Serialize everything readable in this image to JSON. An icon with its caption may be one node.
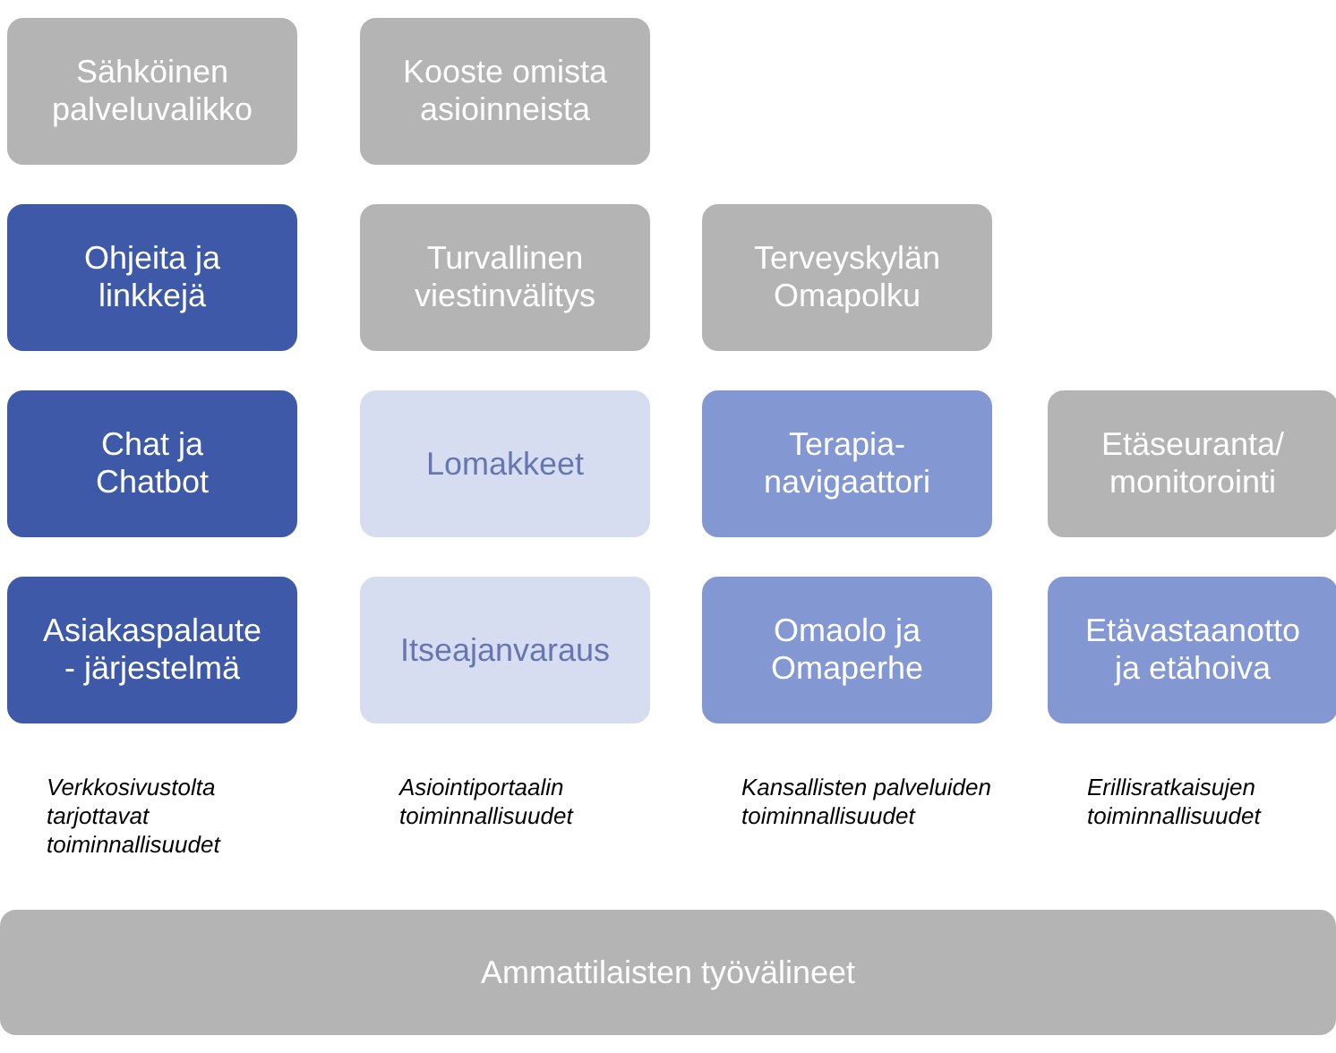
{
  "diagram": {
    "nodes": [
      {
        "text": [
          "Sähköinen palveluvalikko"
        ]
      },
      {
        "text": [
          "Kooste omista asioinneista"
        ]
      },
      {
        "text": [
          "Ohjeita ja linkkejä"
        ]
      },
      {
        "text": [
          "Turvallinen viestinvälitys"
        ]
      },
      {
        "text": [
          "Terveyskylän Omapolku"
        ]
      },
      {
        "text": [
          "Chat ja Chatbot"
        ]
      },
      {
        "text": [
          "Lomakkeet"
        ]
      },
      {
        "text": [
          "Terapia- navigaattori"
        ]
      },
      {
        "text": [
          "Etäseuranta/ monitorointi"
        ]
      },
      {
        "text": [
          "Asiakaspalaute - järjestelmä"
        ]
      },
      {
        "text": [
          "Itseajanvaraus"
        ]
      },
      {
        "text": [
          "Omaolo ja Omaperhe"
        ]
      },
      {
        "text": [
          "Etävastaanotto ja etähoiva"
        ]
      },
      {
        "text": [
          "Ammattilaisten työvälineet"
        ]
      }
    ],
    "labels": [
      "Verkkosivustolta tarjottavat toiminnallisuudet",
      "Asiointiportaalin toiminnallisuudet",
      "Kansallisten palveluiden toiminnallisuudet",
      "Erillisratkaisujen toiminnallisuudet"
    ]
  }
}
